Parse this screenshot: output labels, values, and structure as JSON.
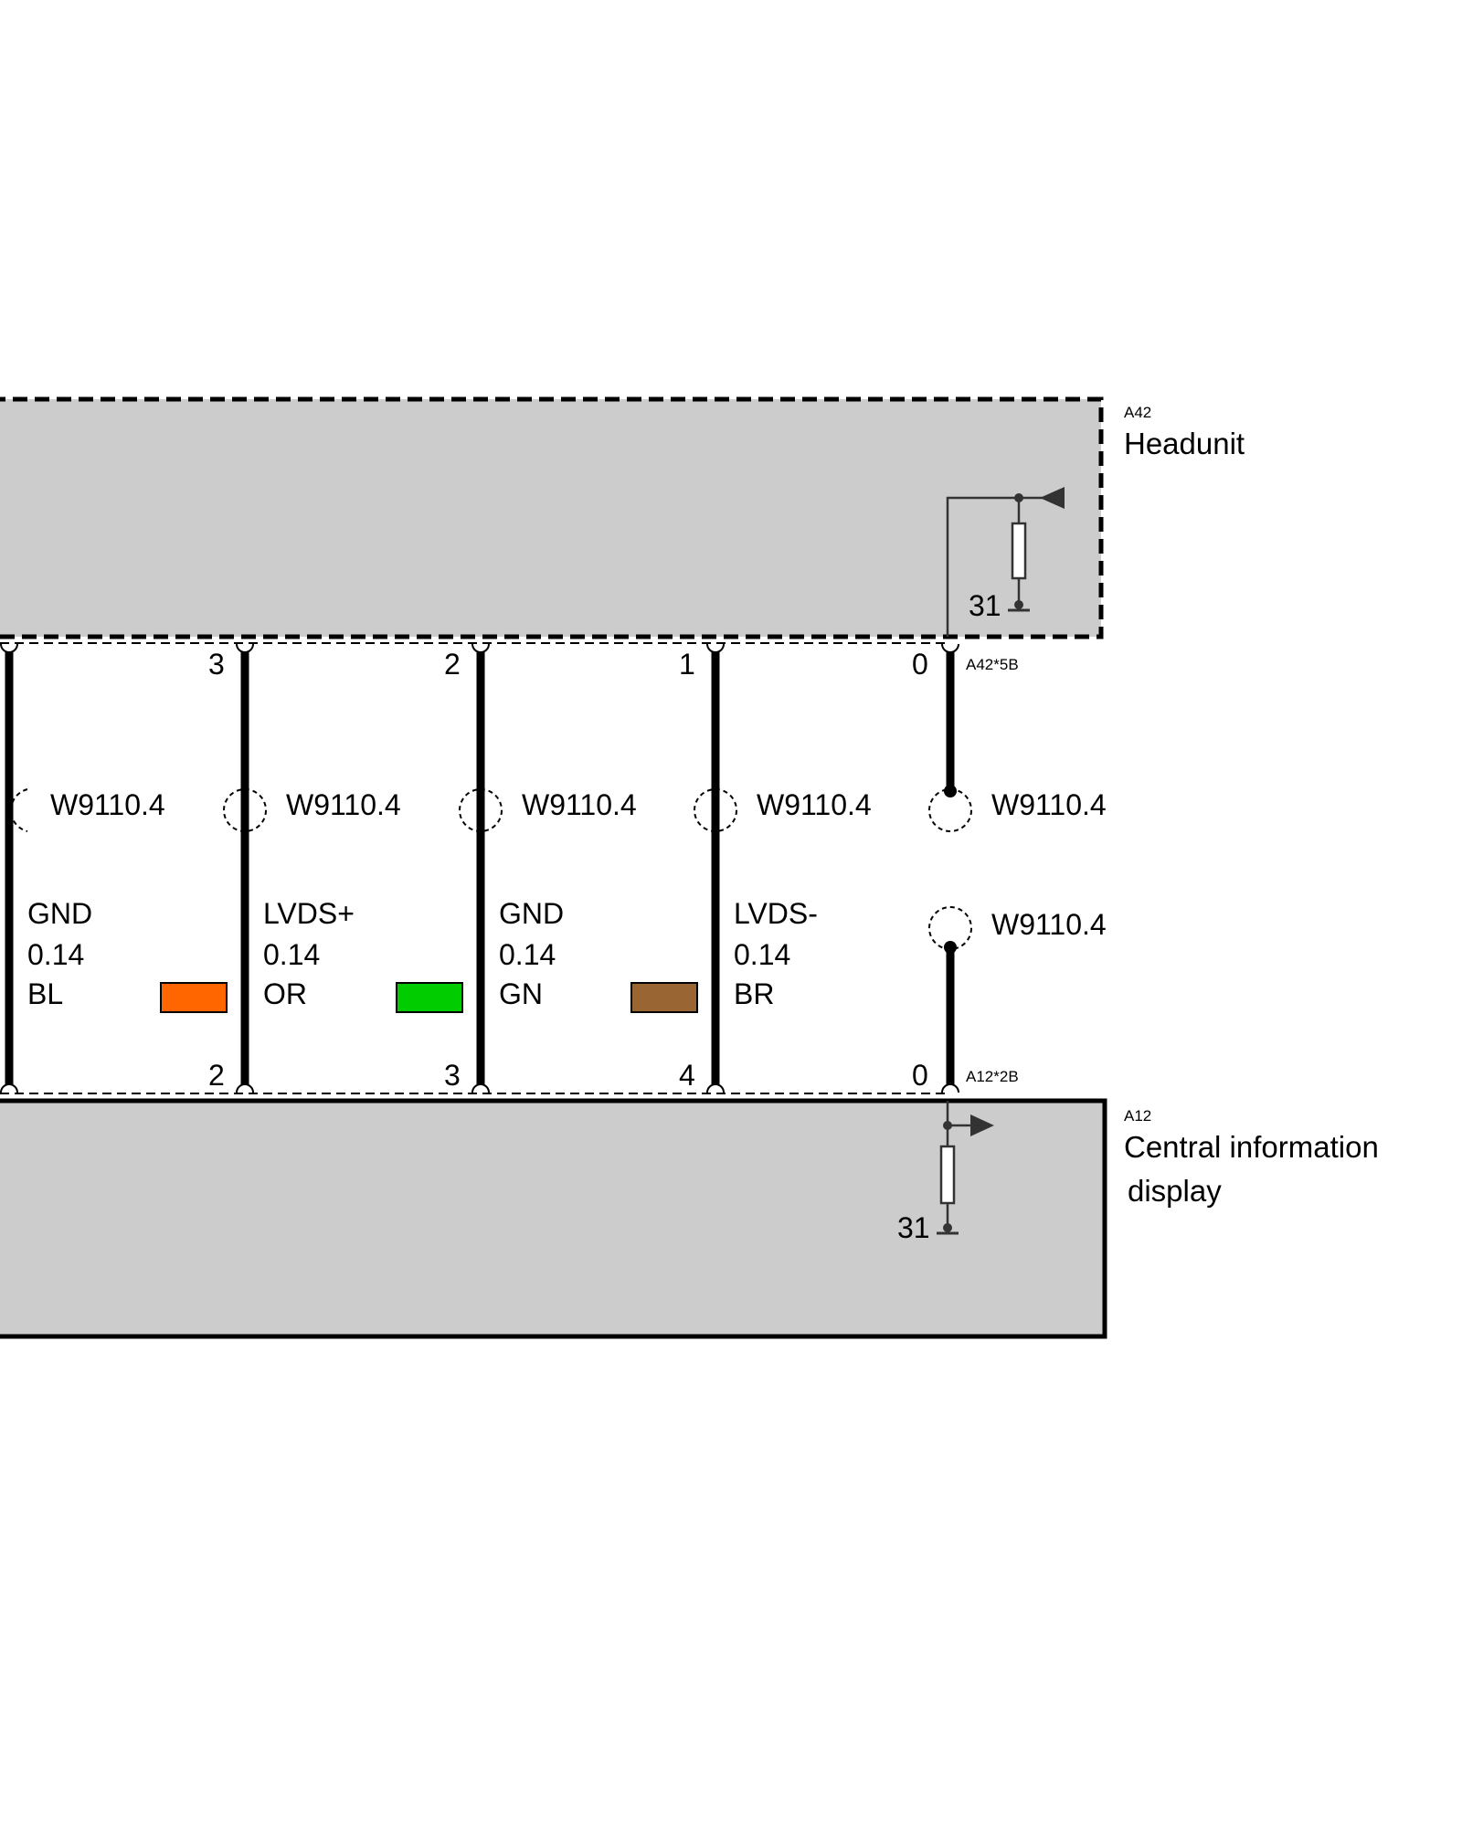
{
  "components": {
    "headunit": {
      "ref": "A42",
      "name": "Headunit",
      "ground_label": "31",
      "connector": "A42*5B"
    },
    "display": {
      "ref": "A12",
      "name_line1": "Central information",
      "name_line2": "display",
      "ground_label": "31",
      "connector": "A12*2B"
    }
  },
  "wires": [
    {
      "top_pin": "",
      "bottom_pin": "",
      "harness": "W9110.4",
      "signal": "GND",
      "size": "0.14",
      "color_code": "BL",
      "swatch": ""
    },
    {
      "top_pin": "3",
      "bottom_pin": "2",
      "harness": "W9110.4",
      "signal": "LVDS+",
      "size": "0.14",
      "color_code": "OR",
      "swatch": "#FF6600"
    },
    {
      "top_pin": "2",
      "bottom_pin": "3",
      "harness": "W9110.4",
      "signal": "GND",
      "size": "0.14",
      "color_code": "GN",
      "swatch": "#00CC00"
    },
    {
      "top_pin": "1",
      "bottom_pin": "4",
      "harness": "W9110.4",
      "signal": "LVDS-",
      "size": "0.14",
      "color_code": "BR",
      "swatch": "#996633"
    },
    {
      "top_pin": "0",
      "bottom_pin": "0",
      "harness": "W9110.4",
      "harness_lower": "W9110.4"
    }
  ],
  "colors": {
    "box_fill": "#CCCCCC",
    "wire": "#000000",
    "orange": "#FF6600",
    "green": "#00CC00",
    "brown": "#996633"
  }
}
